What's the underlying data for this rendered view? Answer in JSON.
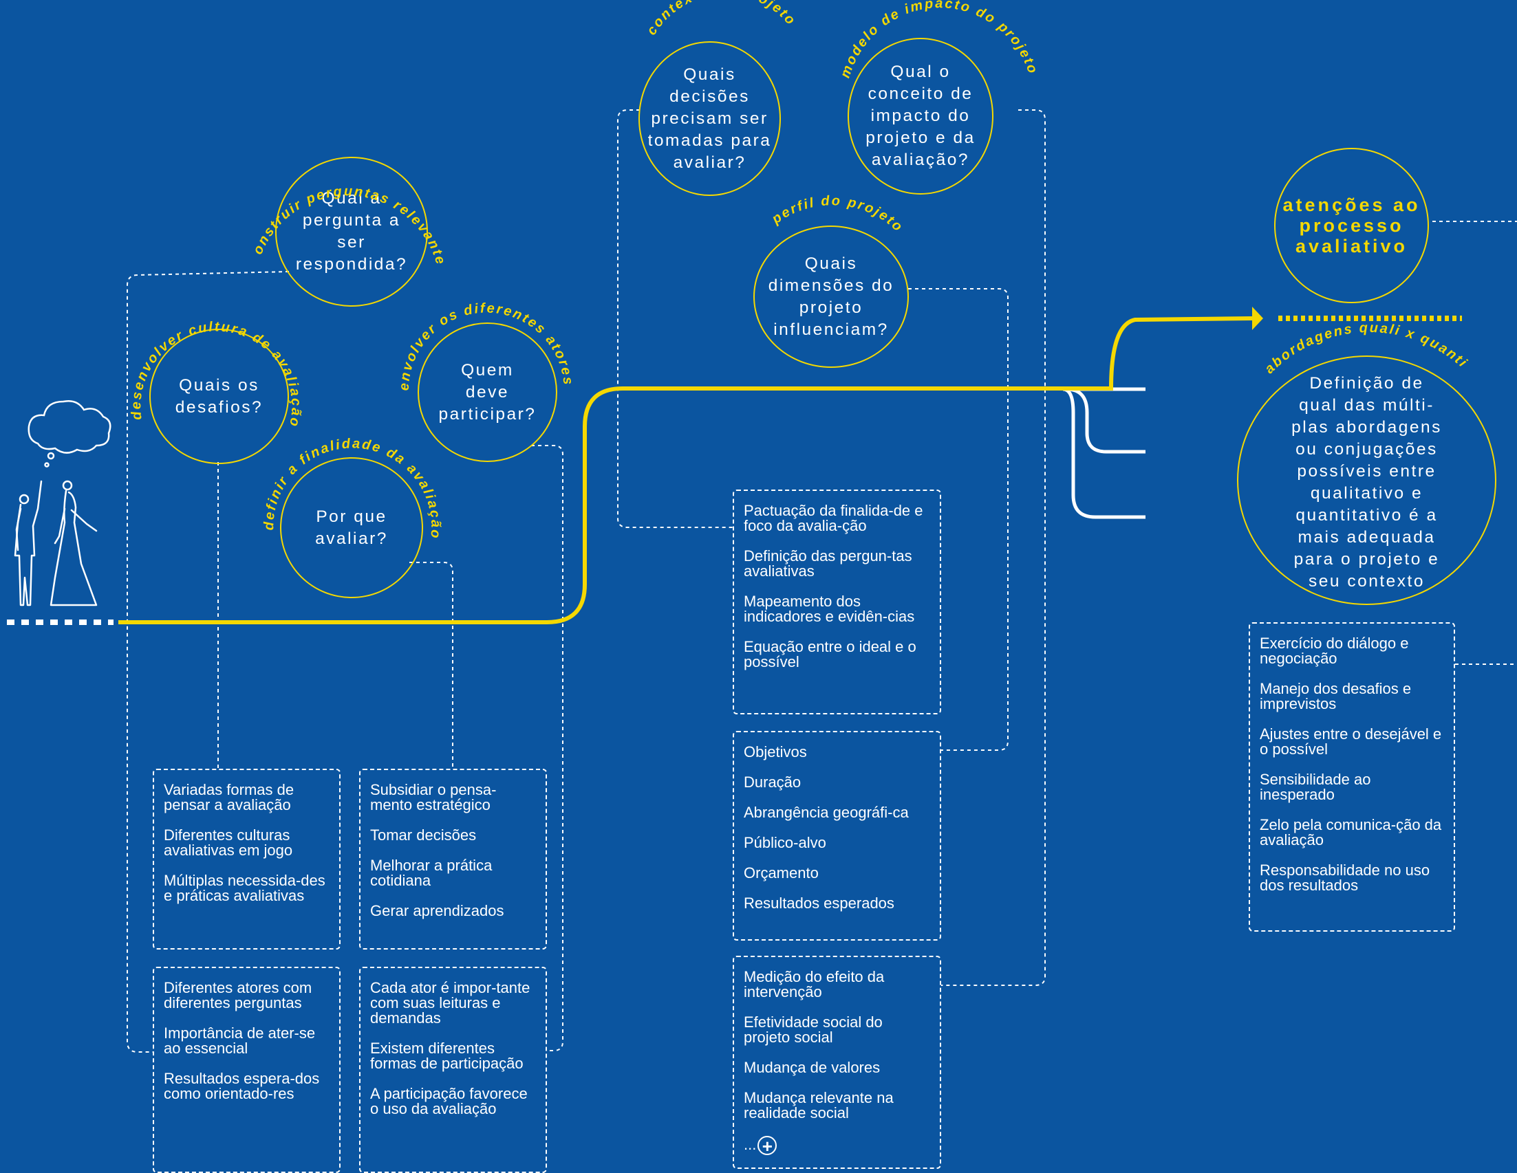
{
  "colors": {
    "background": "#0b55a0",
    "accent": "#f5d800",
    "line": "#ffffff"
  },
  "circles": [
    {
      "id": "construir",
      "arc": "construir perguntas relevantes",
      "text": "Qual a\npergunta a\nser\nrespondida?"
    },
    {
      "id": "cultura",
      "arc": "desenvolver cultura de avaliação",
      "text": "Quais os\ndesafios?"
    },
    {
      "id": "atores",
      "arc": "envolver os diferentes atores",
      "text": "Quem\ndeve\nparticipar?"
    },
    {
      "id": "finalidade",
      "arc": "definir a finalidade da avaliação",
      "text": "Por que\navaliar?"
    },
    {
      "id": "contexto",
      "arc": "contexto do projeto",
      "text": "Quais\ndecisões\nprecisam ser\ntomadas para\navaliar?"
    },
    {
      "id": "impacto",
      "arc": "modelo de impacto do projeto",
      "text": "Qual o\nconceito de\nimpacto do\nprojeto e da\navaliação?"
    },
    {
      "id": "perfil",
      "arc": "perfil do projeto",
      "text": "Quais\ndimensões do\nprojeto\ninfluenciam?"
    },
    {
      "id": "atencoes",
      "arc": "",
      "text": "atenções ao\nprocesso\navaliativo"
    },
    {
      "id": "abordagens",
      "arc": "abordagens quali x quanti",
      "text": "Definição de\nqual das múlti-\nplas abordagens\nou conjugações\npossíveis entre\nqualitativo e\nquantitativo é a\nmais adequada\npara o projeto e\nseu contexto"
    }
  ],
  "boxes": {
    "cultura": [
      "Variadas formas de pensar a avaliação",
      "Diferentes culturas avaliativas em jogo",
      "Múltiplas necessida-des e práticas avaliativas"
    ],
    "finalidade": [
      "Subsidiar o pensa-mento estratégico",
      "Tomar decisões",
      "Melhorar a prática cotidiana",
      "Gerar aprendizados"
    ],
    "perguntas": [
      "Diferentes atores com diferentes perguntas",
      "Importância de ater-se ao essencial",
      "Resultados espera-dos como orientado-res"
    ],
    "atores": [
      "Cada ator é impor-tante com suas leituras e demandas",
      "Existem diferentes formas de participação",
      "A participação favorece o uso da avaliação"
    ],
    "contexto": [
      "Pactuação da finalida-de e foco da avalia-ção",
      "Definição das pergun-tas avaliativas",
      "Mapeamento dos indicadores e evidên-cias",
      "Equação entre o ideal e o possível"
    ],
    "perfil": [
      "Objetivos",
      "Duração",
      "Abrangência geográfi-ca",
      "Público-alvo",
      "Orçamento",
      "Resultados esperados"
    ],
    "impacto": [
      "Medição do efeito da intervenção",
      "Efetividade social do projeto social",
      "Mudança de valores",
      "Mudança relevante na realidade social"
    ],
    "atencoes": [
      "Exercício do diálogo e negociação",
      "Manejo dos desafios e imprevistos",
      "Ajustes entre o desejável e o possível",
      "Sensibilidade ao inesperado",
      "Zelo pela comunica-ção da avaliação",
      "Responsabilidade no uso dos resultados"
    ]
  },
  "more_label": "..."
}
